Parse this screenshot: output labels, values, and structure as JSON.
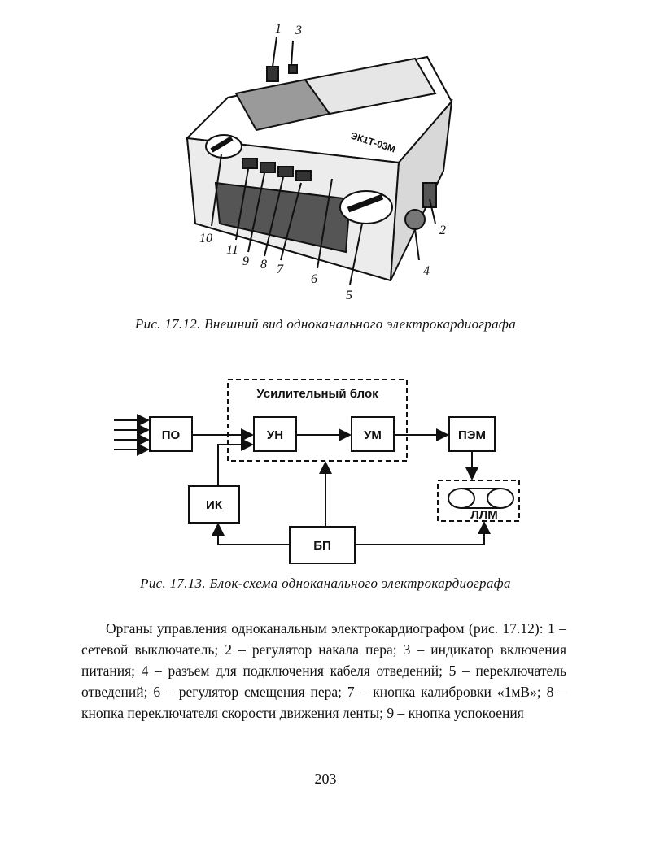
{
  "figure1": {
    "label_numbers": [
      "1",
      "3",
      "2",
      "4",
      "10",
      "11",
      "9",
      "8",
      "7",
      "6",
      "5"
    ],
    "device_text": "ЭК1Т-03М",
    "caption": "Рис. 17.12. Внешний вид одноканального электрокардиографа"
  },
  "figure2": {
    "group_label": "Усилительный блок",
    "blocks": {
      "po": "ПО",
      "un": "УН",
      "um": "УМ",
      "pem": "ПЭМ",
      "ik": "ИК",
      "bp": "БП",
      "llm": "ЛЛМ"
    },
    "caption": "Рис. 17.13. Блок-схема одноканального электрокардиографа"
  },
  "body": {
    "paragraph": "Органы управления одноканальным электрокардиографом (рис. 17.12): 1 – сетевой выключатель; 2 – регулятор накала пера; 3 – индикатор включения питания; 4 – разъем для подключения кабеля отведений; 5 – переключатель отведений; 6 – регулятор смещения пера; 7 – кнопка калибровки «1мВ»; 8 – кнопка переключателя скорости движения ленты; 9 – кнопка успокоения"
  },
  "page_number": "203"
}
